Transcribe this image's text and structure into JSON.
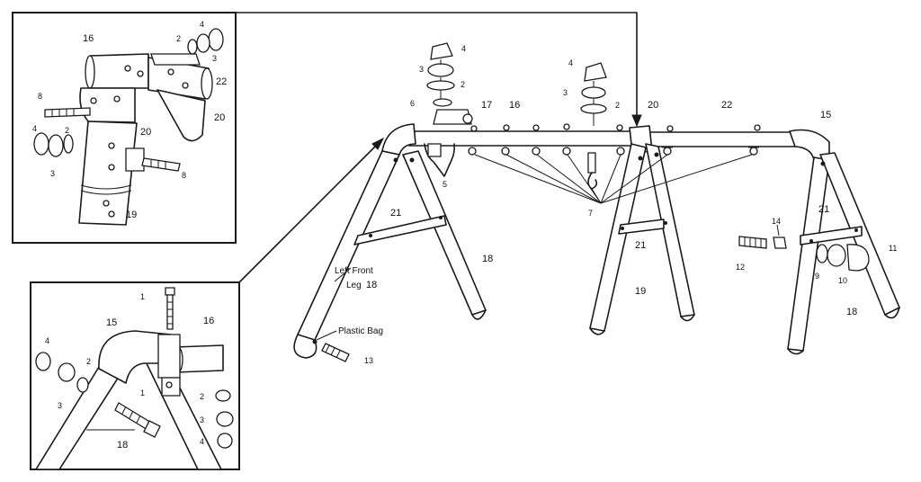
{
  "diagram": {
    "notes": {
      "left_front_leg_line1": "Left Front",
      "left_front_leg_line2": "Leg",
      "plastic_bag": "Plastic Bag"
    },
    "main_labels": {
      "n4a": "4",
      "n3a": "3",
      "n2a": "2",
      "n6": "6",
      "n17": "17",
      "n16": "16",
      "n4b": "4",
      "n3b": "3",
      "n2b": "2",
      "n20": "20",
      "n22": "22",
      "n15": "15",
      "n5": "5",
      "n7": "7",
      "n21a": "21",
      "n21b": "21",
      "n21c": "21",
      "n18a": "18",
      "n18b": "18",
      "n18c": "18",
      "n19": "19",
      "n14": "14",
      "n12": "12",
      "n9": "9",
      "n10": "10",
      "n11": "11",
      "n13": "13"
    },
    "inset_top": {
      "n16": "16",
      "n2": "2",
      "n4": "4",
      "n3": "3",
      "n22": "22",
      "n20a": "20",
      "n8a": "8",
      "n4b": "4",
      "n2b": "2",
      "n20b": "20",
      "n3b": "3",
      "n8b": "8",
      "n19": "19"
    },
    "inset_bottom": {
      "n1a": "1",
      "n16": "16",
      "n15": "15",
      "n4": "4",
      "n2": "2",
      "n3": "3",
      "n1b": "1",
      "n2b": "2",
      "n3b": "3",
      "n4b": "4",
      "n18": "18"
    }
  }
}
